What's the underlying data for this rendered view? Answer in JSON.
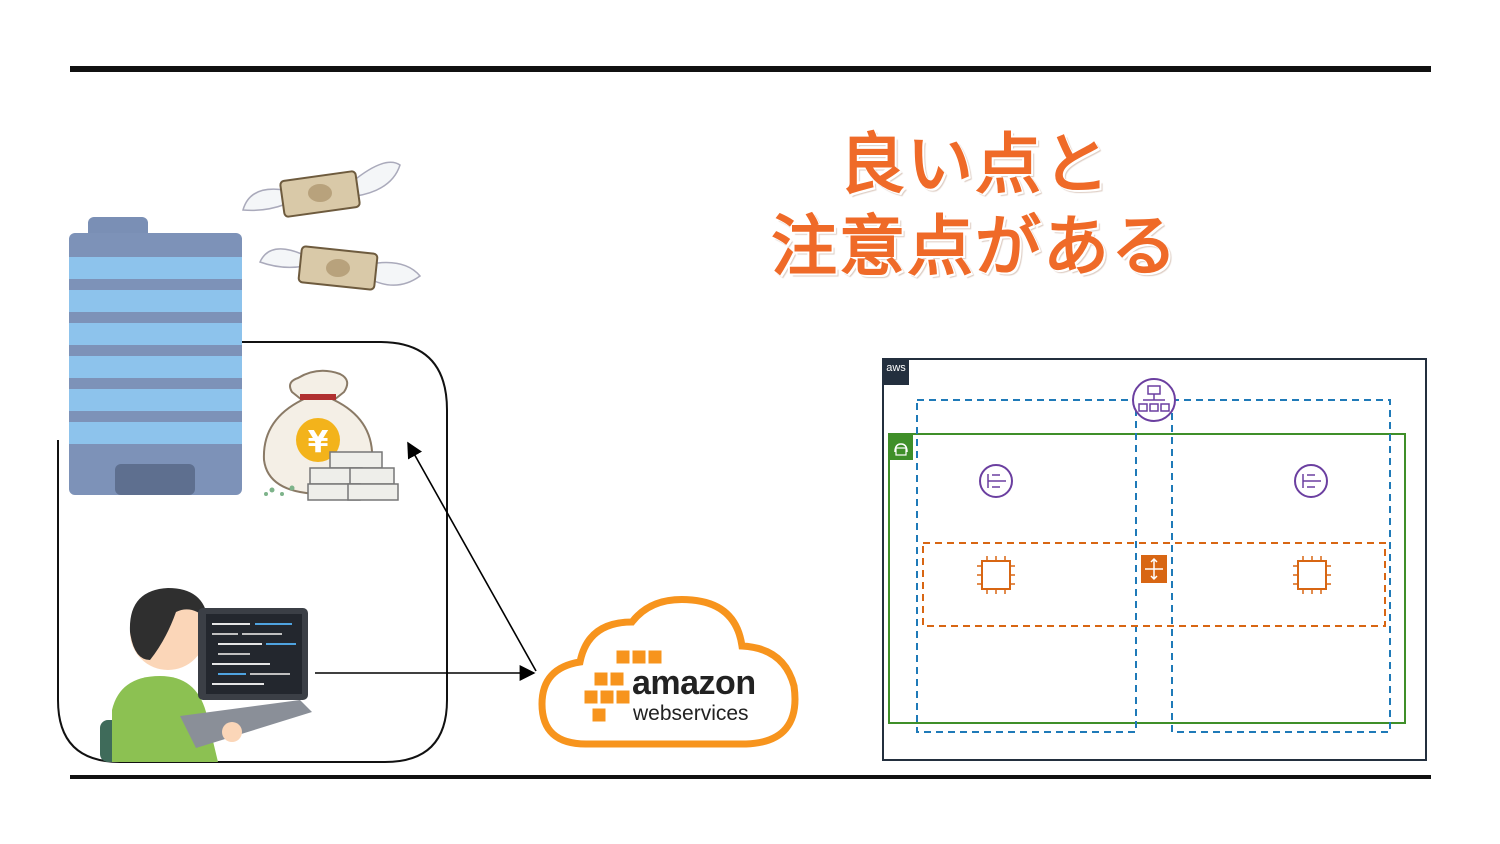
{
  "slide": {
    "title_lines": [
      "良い点と",
      "注意点がある"
    ]
  },
  "aws_logo": {
    "word": "amazon",
    "sub": "webservices"
  },
  "architecture": {
    "cloud_badge": "aws"
  },
  "colors": {
    "title": "#ef6a28",
    "aws_orange": "#f7941d",
    "vpc_green": "#3f8f29",
    "az_blue": "#1f7ab8",
    "subnet_orange": "#d86613",
    "elb_purple": "#6b3fa0"
  },
  "icons": [
    "office-building-icon",
    "flying-money-icon",
    "money-bag-icon",
    "developer-at-laptop-icon",
    "aws-cloud-logo-icon",
    "load-balancer-icon",
    "nat-gateway-icon",
    "ec2-instance-icon",
    "router-icon",
    "vpc-lock-icon"
  ]
}
